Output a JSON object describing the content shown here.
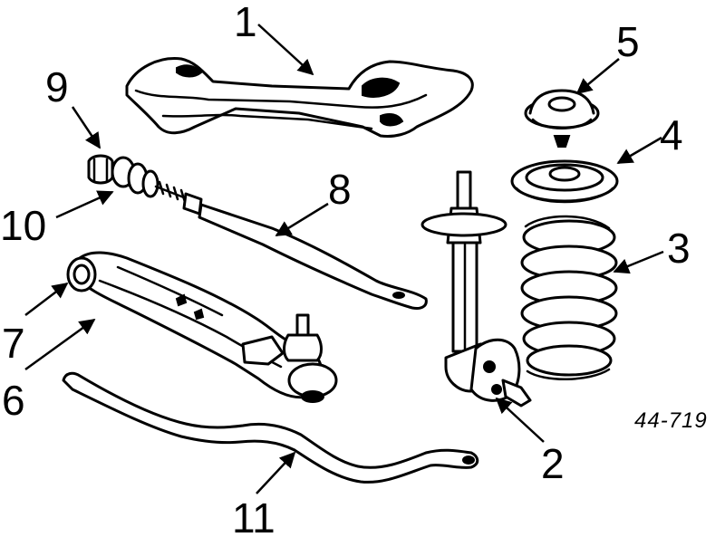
{
  "diagram": {
    "reference_code": "44-719",
    "callouts": [
      {
        "id": "1",
        "label": "1",
        "part_icon": "crossmember"
      },
      {
        "id": "2",
        "label": "2",
        "part_icon": "steering-knuckle"
      },
      {
        "id": "3",
        "label": "3",
        "part_icon": "coil-spring"
      },
      {
        "id": "4",
        "label": "4",
        "part_icon": "spring-seat"
      },
      {
        "id": "5",
        "label": "5",
        "part_icon": "strut-mount"
      },
      {
        "id": "6",
        "label": "6",
        "part_icon": "lower-control-arm"
      },
      {
        "id": "7",
        "label": "7",
        "part_icon": "control-arm-bushing"
      },
      {
        "id": "8",
        "label": "8",
        "part_icon": "tension-rod"
      },
      {
        "id": "9",
        "label": "9",
        "part_icon": "rod-end-nut"
      },
      {
        "id": "10",
        "label": "10",
        "part_icon": "rod-bushing"
      },
      {
        "id": "11",
        "label": "11",
        "part_icon": "stabilizer-bar"
      }
    ]
  }
}
